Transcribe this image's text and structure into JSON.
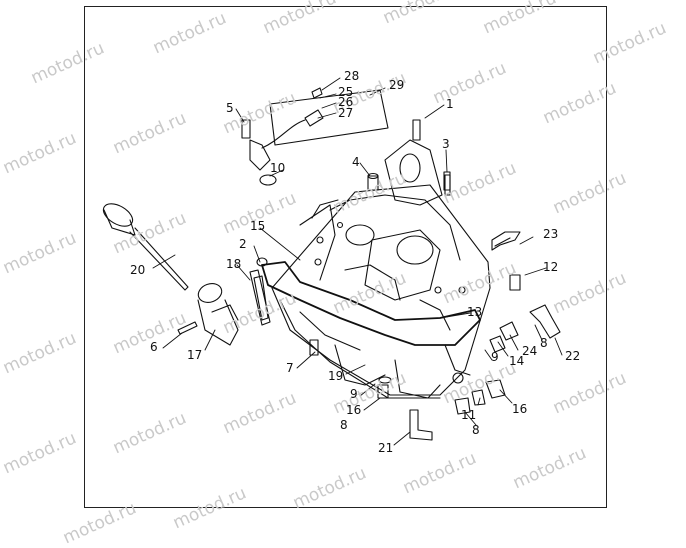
{
  "watermark_text": "motod.ru",
  "callouts": [
    "1",
    "2",
    "3",
    "4",
    "5",
    "6",
    "7",
    "8",
    "8",
    "8",
    "9",
    "9",
    "10",
    "11",
    "12",
    "13",
    "14",
    "15",
    "16",
    "16",
    "17",
    "18",
    "19",
    "20",
    "21",
    "22",
    "23",
    "24",
    "25",
    "26",
    "27",
    "28",
    "29"
  ],
  "colors": {
    "line": "#111111",
    "frame": "#222222",
    "watermark": "#c9c9c9"
  }
}
